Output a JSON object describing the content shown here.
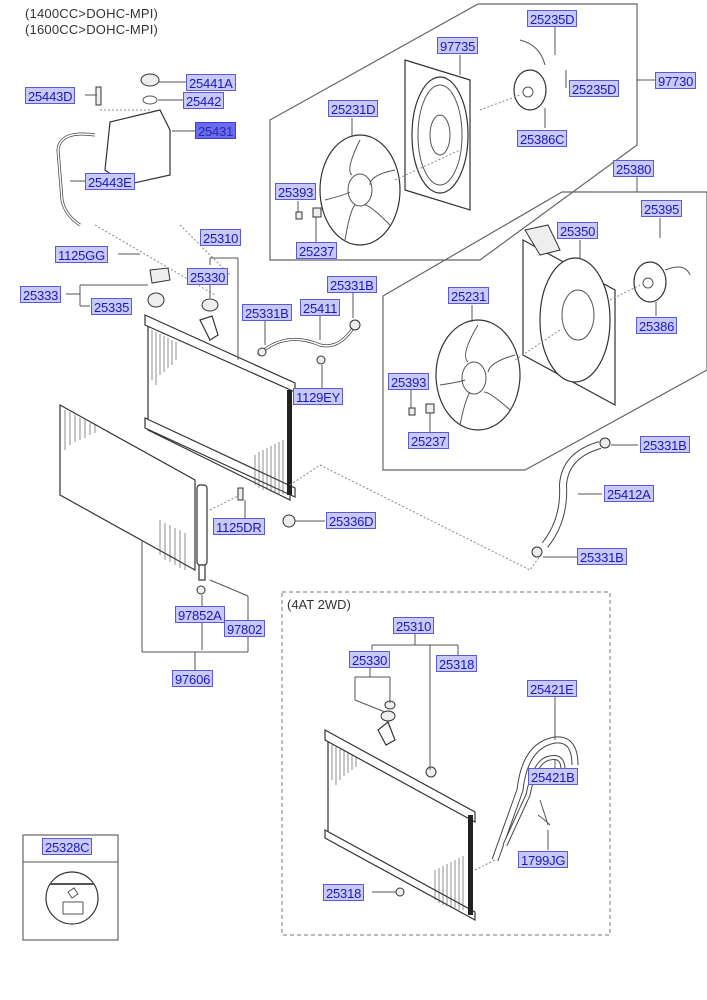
{
  "diagram": {
    "title_lines": [
      "(1400CC>DOHC-MPI)",
      "(1600CC>DOHC-MPI)"
    ],
    "inset_note": "(4AT 2WD)",
    "highlighted_part": "25431",
    "colors": {
      "label_fill": "#c9c9f5",
      "label_border": "#5a5ad8",
      "label_text": "#1a1ab8",
      "highlight_fill": "#6b6bf0"
    },
    "labels": {
      "reservoir": {
        "p25443D": "25443D",
        "p25441A": "25441A",
        "p25442": "25442",
        "p25431": "25431",
        "p25443E": "25443E"
      },
      "fan_upper": {
        "p25235D_top": "25235D",
        "p97735": "97735",
        "p25235D_side": "25235D",
        "p97730": "97730",
        "p25231D": "25231D",
        "p25386C": "25386C",
        "p25393": "25393",
        "p25237": "25237"
      },
      "fan_lower": {
        "p25380": "25380",
        "p25395": "25395",
        "p25350": "25350",
        "p25231": "25231",
        "p25386": "25386",
        "p25393": "25393",
        "p25237": "25237"
      },
      "radiator": {
        "p1125GG": "1125GG",
        "p25310": "25310",
        "p25330": "25330",
        "p25333": "25333",
        "p25335": "25335",
        "p25331B_a": "25331B",
        "p25411": "25411",
        "p25331B_b": "25331B",
        "p1129EY": "1129EY",
        "p25336D": "25336D"
      },
      "hose_lower": {
        "p25331B_top": "25331B",
        "p25412A": "25412A",
        "p25331B_bottom": "25331B"
      },
      "condenser": {
        "p1125DR": "1125DR",
        "p97852A": "97852A",
        "p97802": "97802",
        "p97606": "97606"
      },
      "inset_4at": {
        "p25310": "25310",
        "p25330": "25330",
        "p25318_top": "25318",
        "p25421E": "25421E",
        "p25421B": "25421B",
        "p1799JG": "1799JG",
        "p25318_bottom": "25318"
      },
      "caution": {
        "p25328C": "25328C"
      }
    }
  }
}
